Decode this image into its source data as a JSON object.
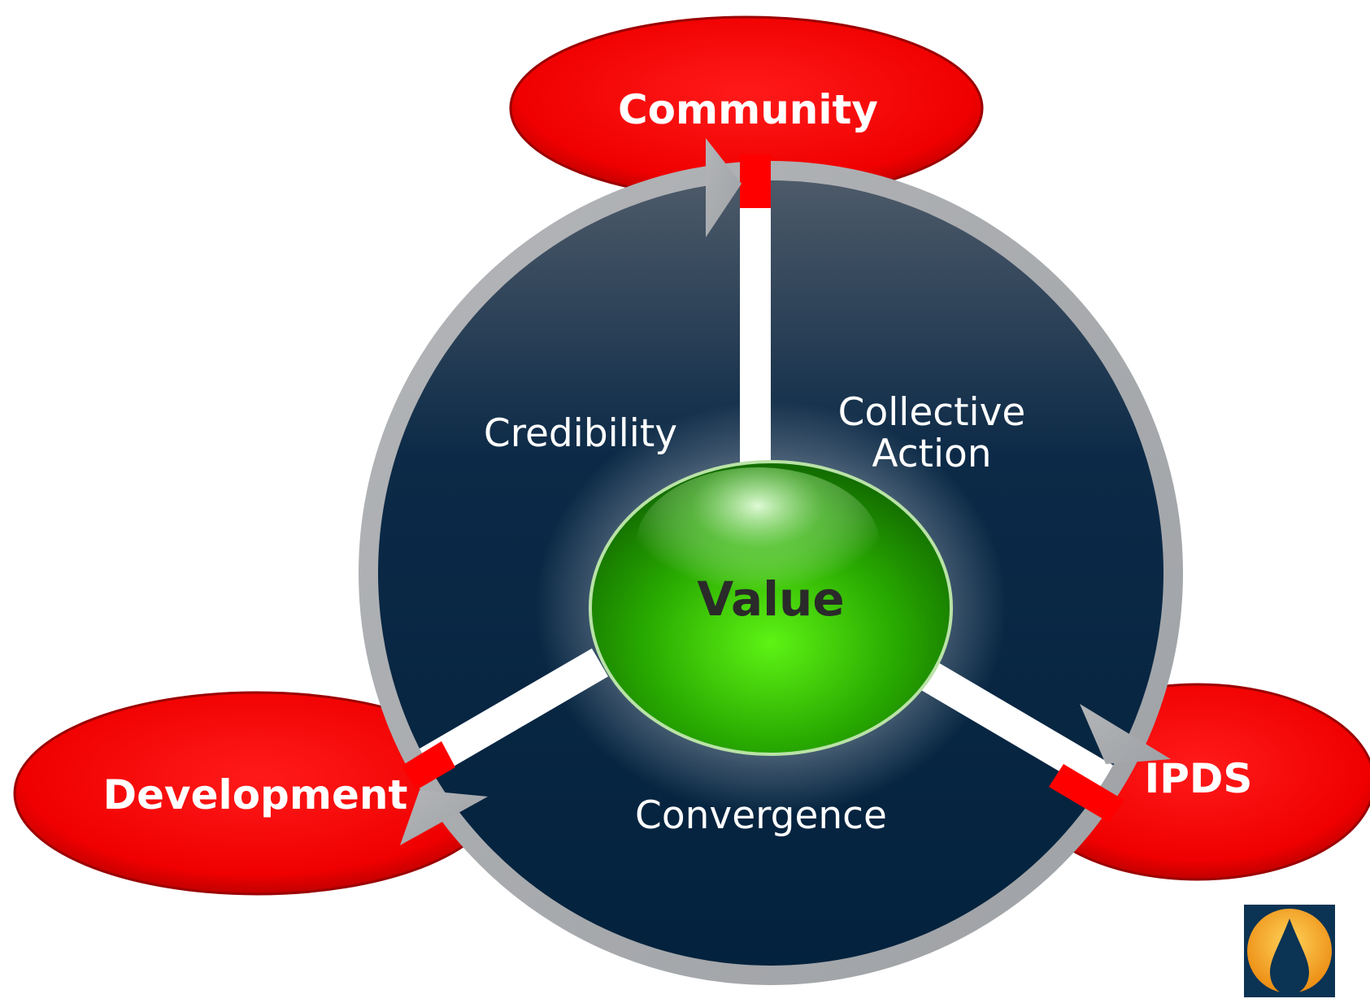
{
  "diagram": {
    "nodes": {
      "top": "Community",
      "left": "Development",
      "right": "IPDS"
    },
    "segments": {
      "upper_left": "Credibility",
      "upper_right_line1": "Collective",
      "upper_right_line2": "Action",
      "bottom": "Convergence"
    },
    "center": "Value"
  },
  "colors": {
    "node_red": "#ff0000",
    "circle_navy": "#06243f",
    "ring_grey": "#a7a9ac",
    "center_green": "#2fb800",
    "logo_orange": "#f5a21b",
    "logo_navy": "#0b3354"
  },
  "logo": {
    "icon": "oil-drop-icon"
  }
}
